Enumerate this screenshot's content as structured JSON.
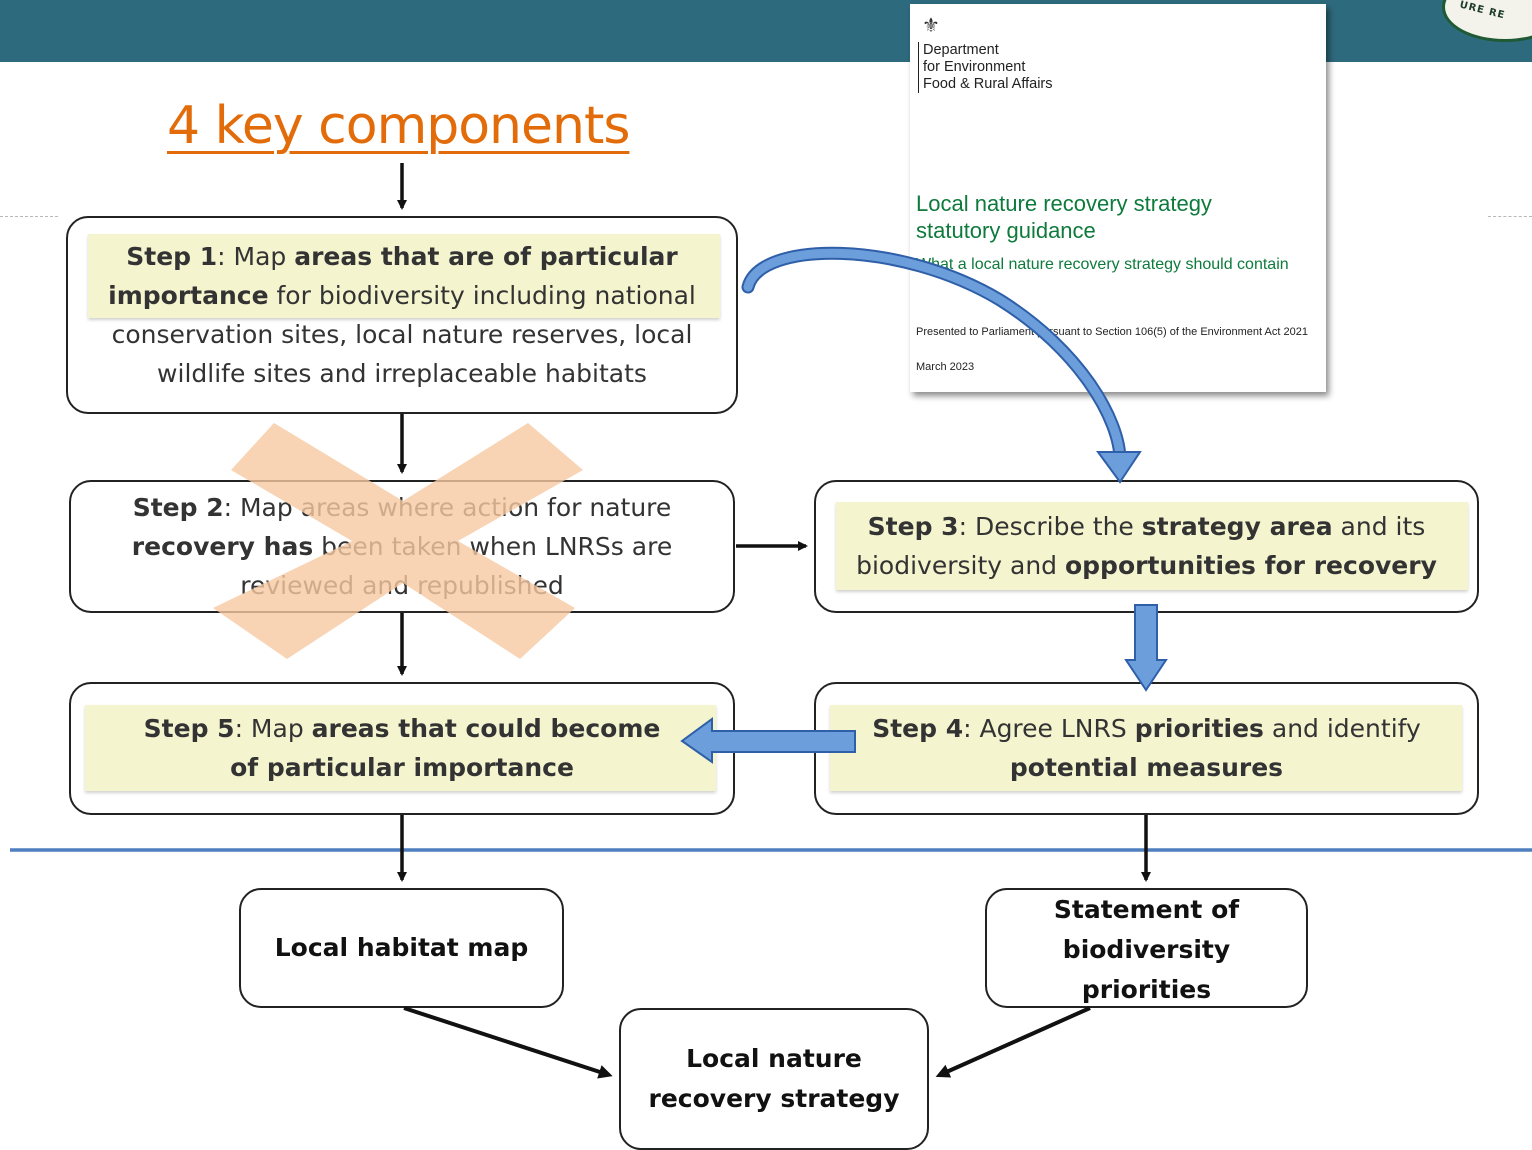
{
  "title": "4 key components",
  "steps": {
    "step1": {
      "label": "Step 1",
      "t1": ": Map ",
      "b1": "areas that are of particular",
      "b2": "importance",
      "t2": " for biodiversity including national",
      "l3": "conservation sites, local nature reserves, local",
      "l4": "wildlife sites and irreplaceable habitats"
    },
    "step2": {
      "label": "Step 2",
      "t1": ": Map areas where action for nature",
      "b1": "recovery has",
      "t2": " been taken when LNRSs are",
      "l3": "reviewed and republished"
    },
    "step3": {
      "label": "Step 3",
      "t1": ": Describe the ",
      "b1": "strategy area",
      "t2": " and its",
      "t3": "biodiversity and ",
      "b2": "opportunities for recovery"
    },
    "step4": {
      "label": "Step 4",
      "t1": ": Agree LNRS ",
      "b1": "priorities",
      "t2": " and identify",
      "b2": "potential measures"
    },
    "step5": {
      "label": "Step 5",
      "t1": ": Map ",
      "b1": "areas that could become",
      "b2": "of particular importance"
    }
  },
  "outputs": {
    "habitat_map": "Local habitat map",
    "statement": [
      "Statement of",
      "biodiversity",
      "priorities"
    ],
    "strategy": [
      "Local nature",
      "recovery strategy"
    ]
  },
  "document": {
    "crest": "⚜",
    "department": [
      "Department",
      "for Environment",
      "Food & Rural Affairs"
    ],
    "title": [
      "Local nature recovery strategy",
      "statutory guidance"
    ],
    "subtitle": "What a local nature recovery strategy should contain",
    "presented": "Presented to Parliament pursuant to Section 106(5) of the Environment Act 2021",
    "date": "March 2023"
  },
  "badge_text": "URE RE",
  "colors": {
    "header": "#2e6a7d",
    "title": "#e36c0a",
    "highlight": "#f4f4cf",
    "blue_arrow": "#5b8fd4",
    "cross": "#f6c9a3",
    "doc_green": "#0e7a3c",
    "divider": "#4f7fbf"
  }
}
